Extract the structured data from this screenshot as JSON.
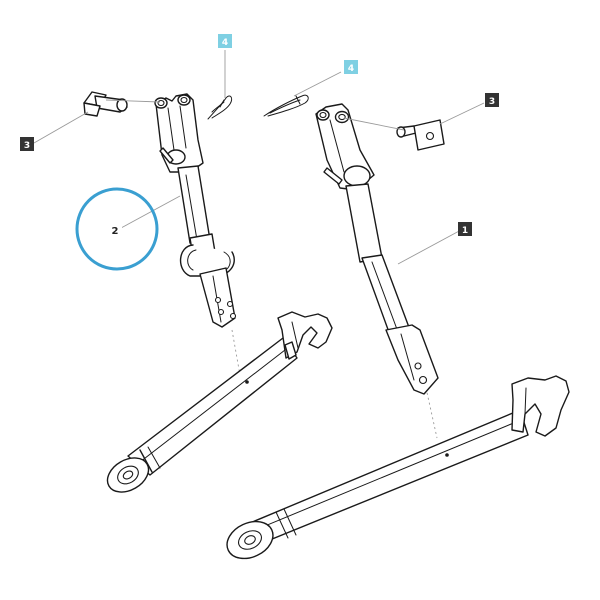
{
  "diagram": {
    "callouts": [
      {
        "id": "c1",
        "label": "1",
        "style": "dark"
      },
      {
        "id": "c2",
        "label": "2",
        "style": "plain"
      },
      {
        "id": "c3a",
        "label": "3",
        "style": "dark"
      },
      {
        "id": "c3b",
        "label": "3",
        "style": "dark"
      },
      {
        "id": "c4a",
        "label": "4",
        "style": "light"
      },
      {
        "id": "c4b",
        "label": "4",
        "style": "light"
      }
    ],
    "colors": {
      "dark_tag": "#333333",
      "light_tag": "#7fd0e3",
      "highlight_circle": "#3a9fd1",
      "line": "#1a1a1a"
    }
  }
}
